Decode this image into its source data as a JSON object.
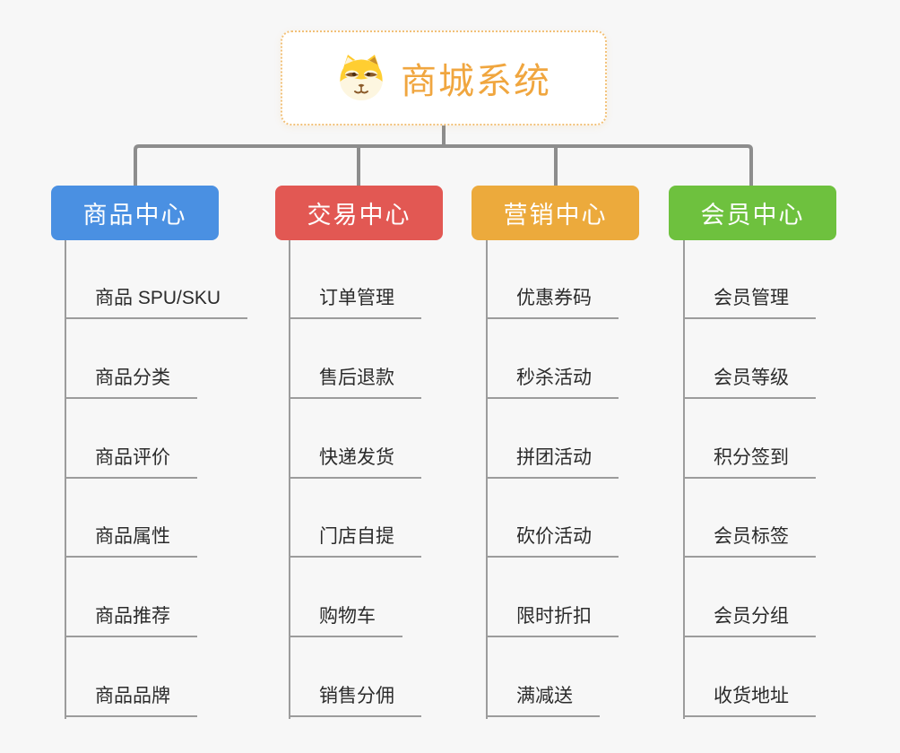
{
  "page": {
    "background_color": "#f7f7f7"
  },
  "connectors": {
    "color_primary": "#8d8d8d",
    "color_secondary": "#9c9c9c"
  },
  "root": {
    "title": "商城系统",
    "icon": "shiba-dog-icon",
    "text_color": "#f0a63f",
    "border_color": "#f2c178",
    "background_color": "#ffffff"
  },
  "branches": [
    {
      "id": "product-center",
      "label": "商品中心",
      "color": "#4a90e2",
      "items": [
        "商品 SPU/SKU",
        "商品分类",
        "商品评价",
        "商品属性",
        "商品推荐",
        "商品品牌"
      ]
    },
    {
      "id": "trade-center",
      "label": "交易中心",
      "color": "#e25853",
      "items": [
        "订单管理",
        "售后退款",
        "快递发货",
        "门店自提",
        "购物车",
        "销售分佣"
      ]
    },
    {
      "id": "marketing-center",
      "label": "营销中心",
      "color": "#ecaa3c",
      "items": [
        "优惠券码",
        "秒杀活动",
        "拼团活动",
        "砍价活动",
        "限时折扣",
        "满减送"
      ]
    },
    {
      "id": "member-center",
      "label": "会员中心",
      "color": "#6ec13e",
      "items": [
        "会员管理",
        "会员等级",
        "积分签到",
        "会员标签",
        "会员分组",
        "收货地址"
      ]
    }
  ]
}
